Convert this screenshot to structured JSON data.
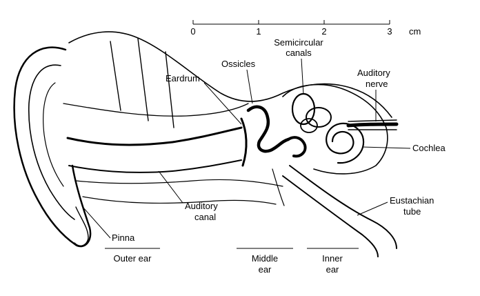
{
  "scale": {
    "ticks": [
      "0",
      "1",
      "2",
      "3"
    ],
    "unit": "cm"
  },
  "labels": {
    "semicircular_canals": [
      "Semicircular",
      "canals"
    ],
    "ossicles": "Ossicles",
    "eardrum": "Eardrum",
    "auditory_nerve": [
      "Auditory",
      "nerve"
    ],
    "cochlea": "Cochlea",
    "auditory_canal": [
      "Auditory",
      "canal"
    ],
    "eustachian_tube": [
      "Eustachian",
      "tube"
    ],
    "pinna": "Pinna"
  },
  "regions": {
    "outer_ear": "Outer ear",
    "middle_ear": [
      "Middle",
      "ear"
    ],
    "inner_ear": [
      "Inner",
      "ear"
    ]
  }
}
